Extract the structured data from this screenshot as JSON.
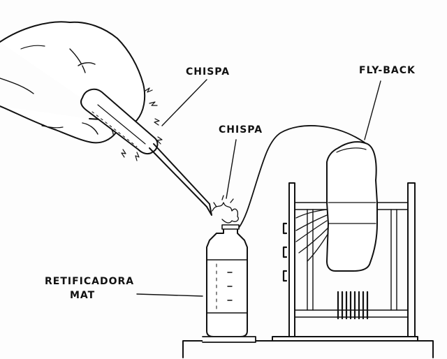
{
  "labels": {
    "spark_screwdriver": "CHISPA",
    "spark_bottle": "CHISPA",
    "flyback": "FLY-BACK",
    "rectifier_line1": "RETIFICADORA",
    "rectifier_line2": "MAT"
  },
  "colors": {
    "ink": "#111111",
    "paper": "#fdfdfd"
  }
}
